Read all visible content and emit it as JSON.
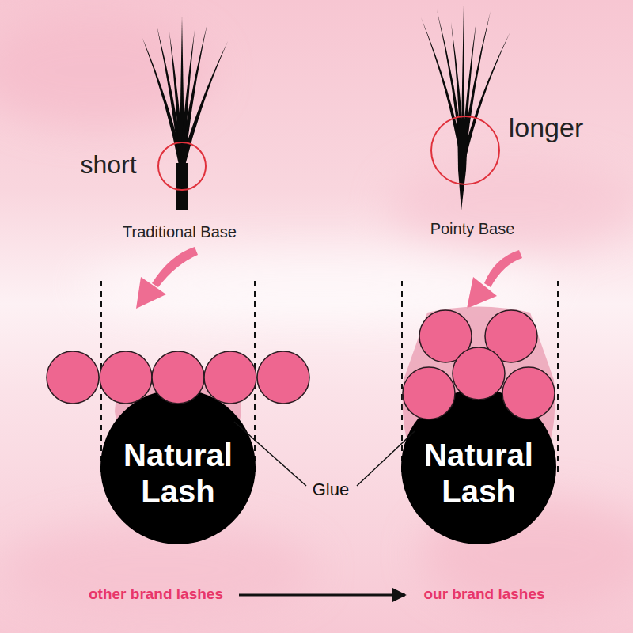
{
  "diagram": {
    "nodes": [
      {
        "text": [
          "Natural Lash"
        ]
      },
      {
        "text": [
          "Natural Lash"
        ]
      }
    ],
    "labels": [
      "short",
      "longer",
      "Traditional Base",
      "Pointy Base",
      "Glue",
      "other brand lashes",
      "our brand lashes"
    ]
  }
}
